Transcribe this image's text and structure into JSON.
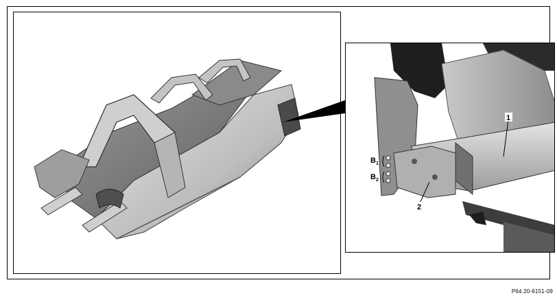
{
  "figure": {
    "code": "P64.20-6151-09"
  },
  "callouts": {
    "item1": "1",
    "item2": "2",
    "b1_letter": "B",
    "b1_sub": "1",
    "b2_letter": "B",
    "b2_sub": "2"
  },
  "colors": {
    "frame": "#000000",
    "body_light": "#d9d9d9",
    "body_mid": "#a9a9a9",
    "body_dark": "#5a5a5a",
    "shadow": "#2a2a2a"
  }
}
